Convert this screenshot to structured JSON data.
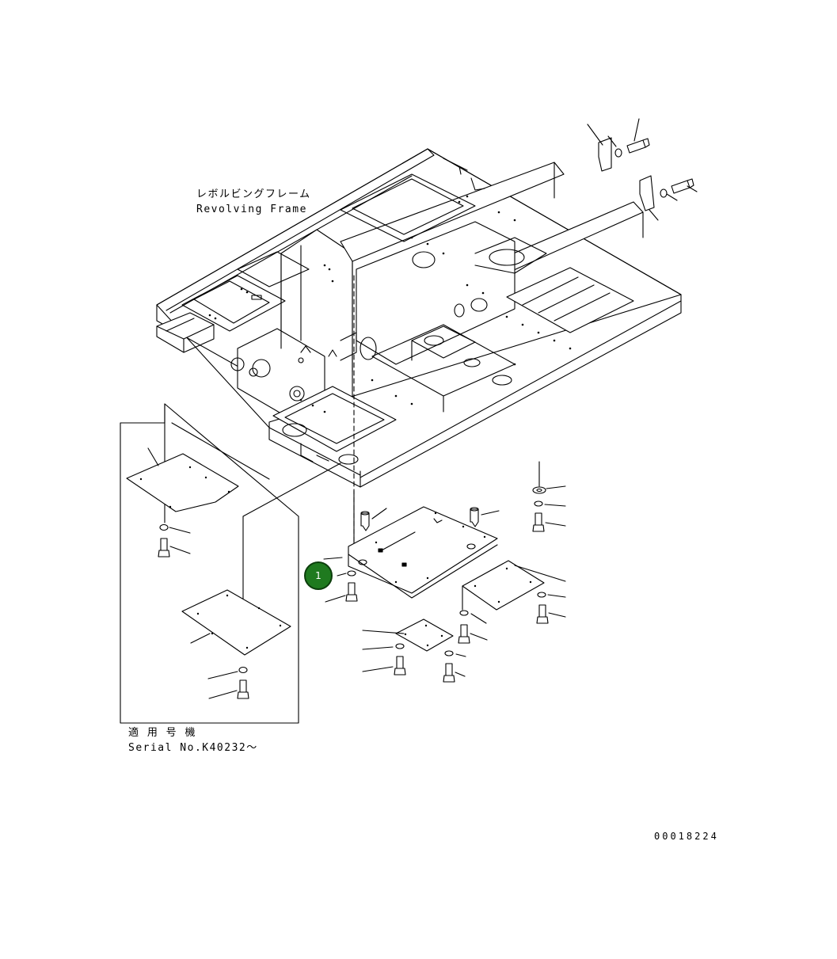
{
  "labels": {
    "frame_jp": "レボルビングフレーム",
    "frame_en": "Revolving Frame",
    "serial_jp": "適 用 号 機",
    "serial_en": "Serial No.K40232～",
    "drawing_number": "00018224"
  },
  "callouts": [
    {
      "number": "1",
      "color": "#1f7a1f"
    }
  ]
}
